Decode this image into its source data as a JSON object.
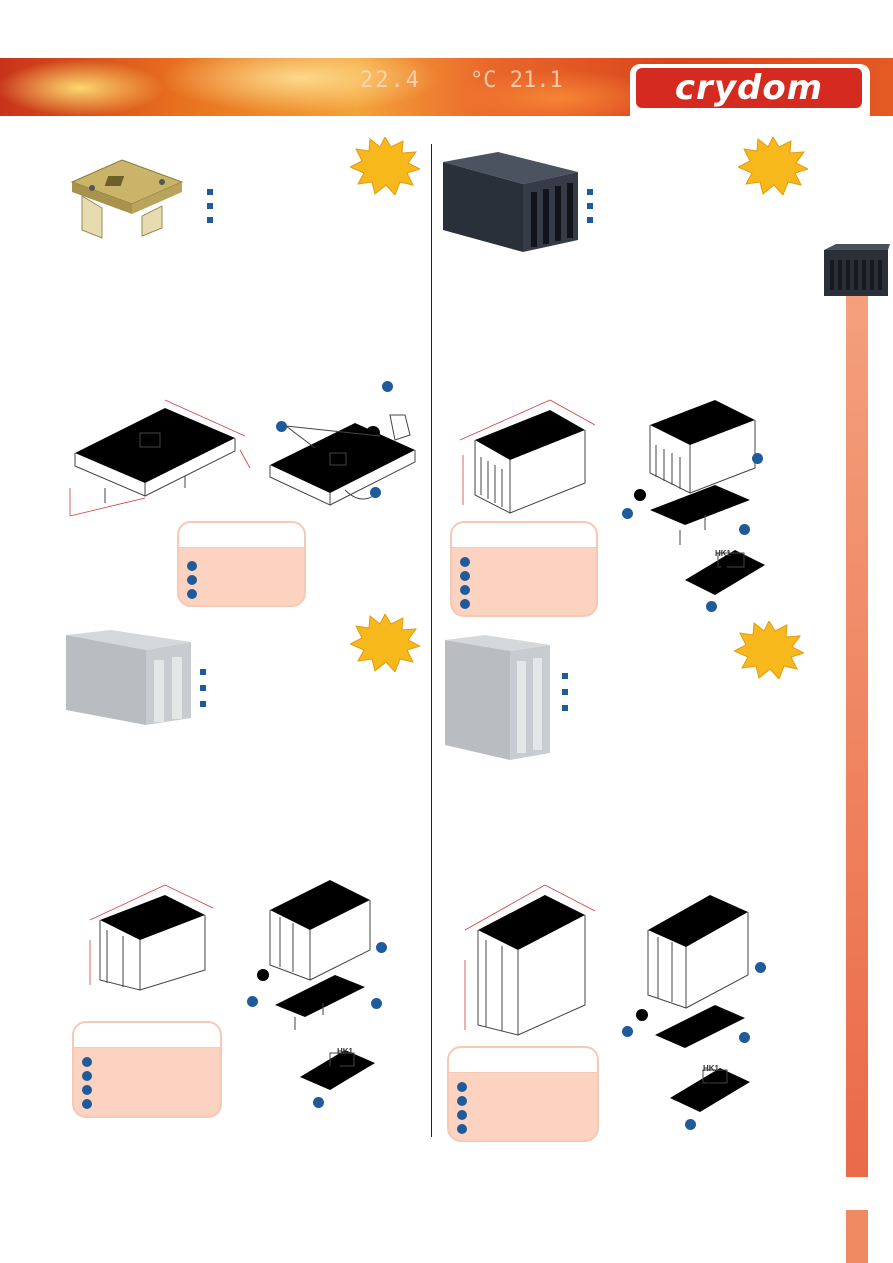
{
  "brand": {
    "logo_text": "crydom",
    "registered_mark": "®",
    "banner_readout_1": "22.4",
    "banner_readout_2": "°C 21.1"
  },
  "colors": {
    "accent_orange": "#f08a62",
    "callout_blue": "#1f5a9a",
    "legend_fill": "#fbd3c0",
    "logo_red": "#d42a1f"
  },
  "callouts": {
    "hk1_label": "HK1"
  },
  "icons": [
    "starburst-icon",
    "bullet-square-icon",
    "callout-dot-icon",
    "heatsink-thumbnail-icon"
  ]
}
